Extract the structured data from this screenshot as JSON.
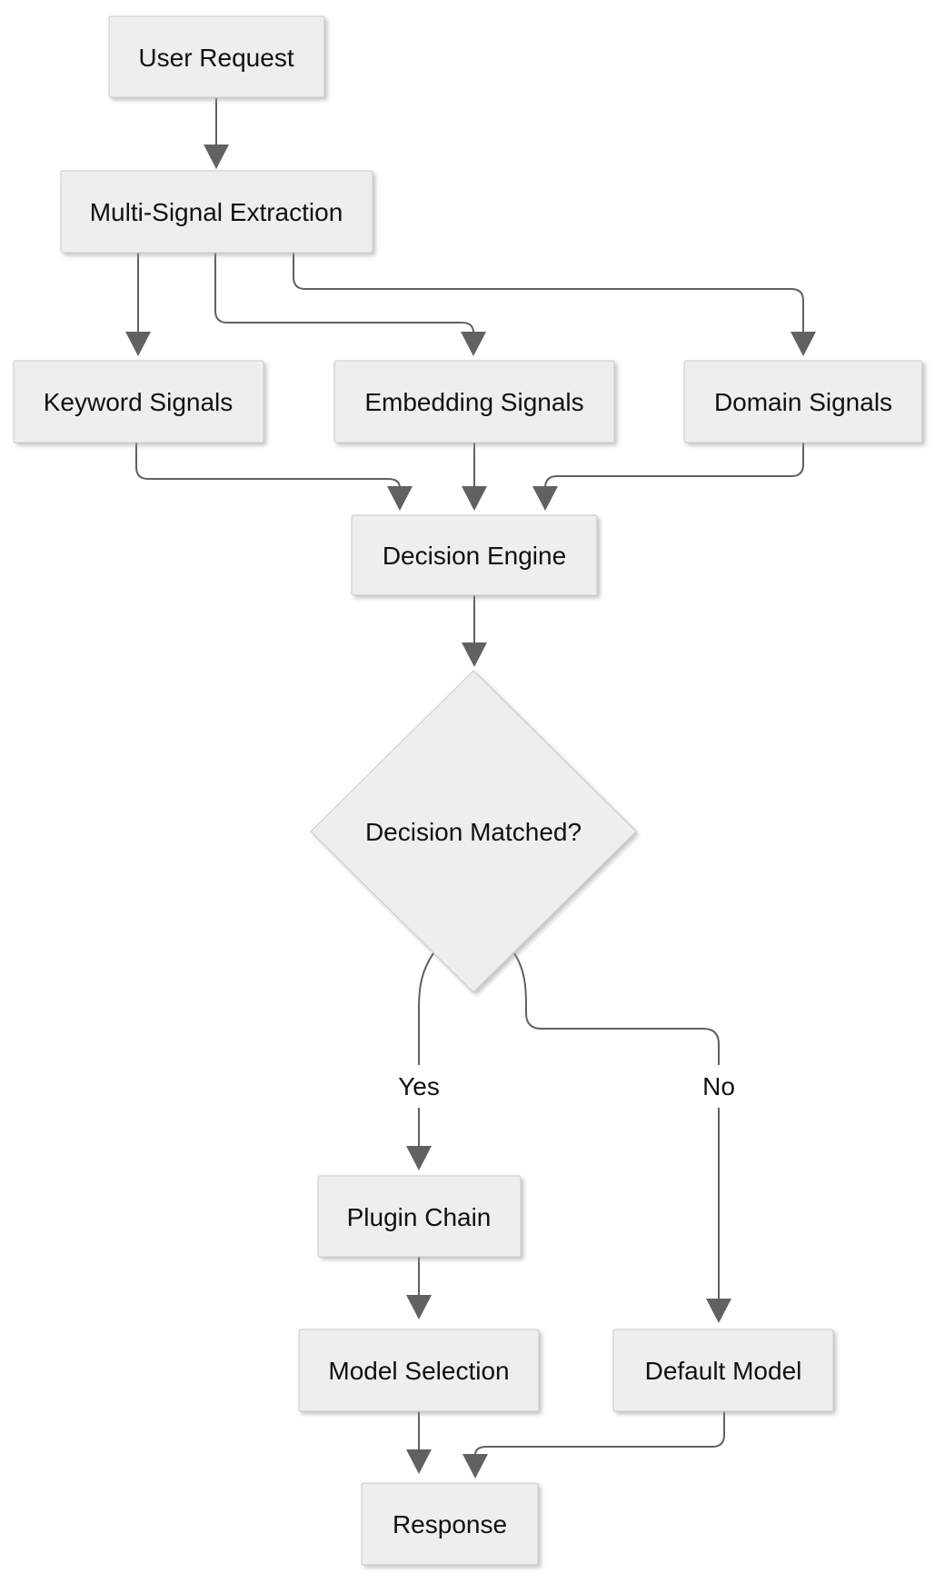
{
  "diagram": {
    "type": "flowchart",
    "direction": "top-down",
    "background": "#ffffff",
    "colors": {
      "node_fill": "#eeeeee",
      "node_border": "#c9c9c9",
      "edge_line": "#616161",
      "arrowhead": "#616161",
      "label_text": "#111111"
    },
    "nodes": {
      "user_request": {
        "label": "User Request",
        "shape": "rect"
      },
      "multi_signal_extraction": {
        "label": "Multi-Signal Extraction",
        "shape": "rect"
      },
      "keyword_signals": {
        "label": "Keyword Signals",
        "shape": "rect"
      },
      "embedding_signals": {
        "label": "Embedding Signals",
        "shape": "rect"
      },
      "domain_signals": {
        "label": "Domain Signals",
        "shape": "rect"
      },
      "decision_engine": {
        "label": "Decision Engine",
        "shape": "rect"
      },
      "decision_matched": {
        "label": "Decision Matched?",
        "shape": "diamond"
      },
      "plugin_chain": {
        "label": "Plugin Chain",
        "shape": "rect"
      },
      "model_selection": {
        "label": "Model Selection",
        "shape": "rect"
      },
      "default_model": {
        "label": "Default Model",
        "shape": "rect"
      },
      "response": {
        "label": "Response",
        "shape": "rect"
      }
    },
    "edge_labels": {
      "yes": "Yes",
      "no": "No"
    },
    "edges": [
      {
        "from": "user_request",
        "to": "multi_signal_extraction",
        "label": ""
      },
      {
        "from": "multi_signal_extraction",
        "to": "keyword_signals",
        "label": ""
      },
      {
        "from": "multi_signal_extraction",
        "to": "embedding_signals",
        "label": ""
      },
      {
        "from": "multi_signal_extraction",
        "to": "domain_signals",
        "label": ""
      },
      {
        "from": "keyword_signals",
        "to": "decision_engine",
        "label": ""
      },
      {
        "from": "embedding_signals",
        "to": "decision_engine",
        "label": ""
      },
      {
        "from": "domain_signals",
        "to": "decision_engine",
        "label": ""
      },
      {
        "from": "decision_engine",
        "to": "decision_matched",
        "label": ""
      },
      {
        "from": "decision_matched",
        "to": "plugin_chain",
        "label": "Yes"
      },
      {
        "from": "decision_matched",
        "to": "default_model",
        "label": "No"
      },
      {
        "from": "plugin_chain",
        "to": "model_selection",
        "label": ""
      },
      {
        "from": "model_selection",
        "to": "response",
        "label": ""
      },
      {
        "from": "default_model",
        "to": "response",
        "label": ""
      }
    ]
  }
}
